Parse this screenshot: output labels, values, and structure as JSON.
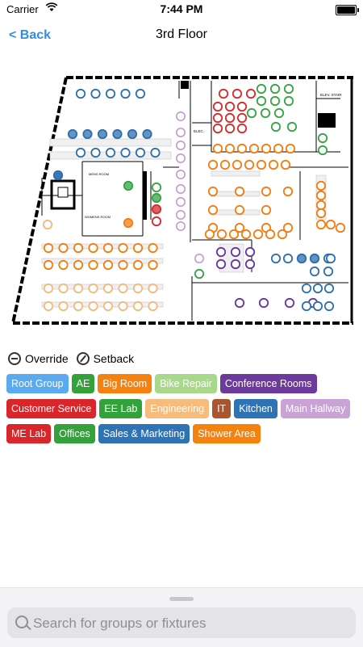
{
  "status_bar": {
    "carrier": "Carrier",
    "time": "7:44 PM"
  },
  "nav": {
    "back_label": "< Back",
    "title": "3rd Floor"
  },
  "floor_plan": {
    "room_labels": [
      "ELEV. STAIR",
      "ELEC.",
      "MENS ROOM",
      "WOMENS ROOM"
    ],
    "colors": {
      "red": "#d82a2a",
      "orange": "#f57c0f",
      "green": "#34a444",
      "blue": "#2e6fad",
      "purple": "#6a35a0",
      "lavender": "#c8a6d4",
      "peach": "#f4b97a"
    }
  },
  "legend": {
    "override_label": "Override",
    "setback_label": "Setback"
  },
  "groups": [
    {
      "label": "Root Group",
      "color": "#5aaaf0"
    },
    {
      "label": "AE",
      "color": "#34a23a"
    },
    {
      "label": "Big Room",
      "color": "#f5820f"
    },
    {
      "label": "Bike Repair",
      "color": "#a8d98b"
    },
    {
      "label": "Conference Rooms",
      "color": "#6c3a9c"
    },
    {
      "label": "Customer Service",
      "color": "#d8262b"
    },
    {
      "label": "EE Lab",
      "color": "#34a23a"
    },
    {
      "label": "Engineering",
      "color": "#f6bc7c"
    },
    {
      "label": "IT",
      "color": "#a9552d"
    },
    {
      "label": "Kitchen",
      "color": "#2e74b5"
    },
    {
      "label": "Main Hallway",
      "color": "#c9a3d6"
    },
    {
      "label": "ME Lab",
      "color": "#d8262b"
    },
    {
      "label": "Offices",
      "color": "#34a23a"
    },
    {
      "label": "Sales & Marketing",
      "color": "#2e74b5"
    },
    {
      "label": "Shower Area",
      "color": "#f5820f"
    }
  ],
  "search": {
    "placeholder": "Search for groups or fixtures"
  }
}
